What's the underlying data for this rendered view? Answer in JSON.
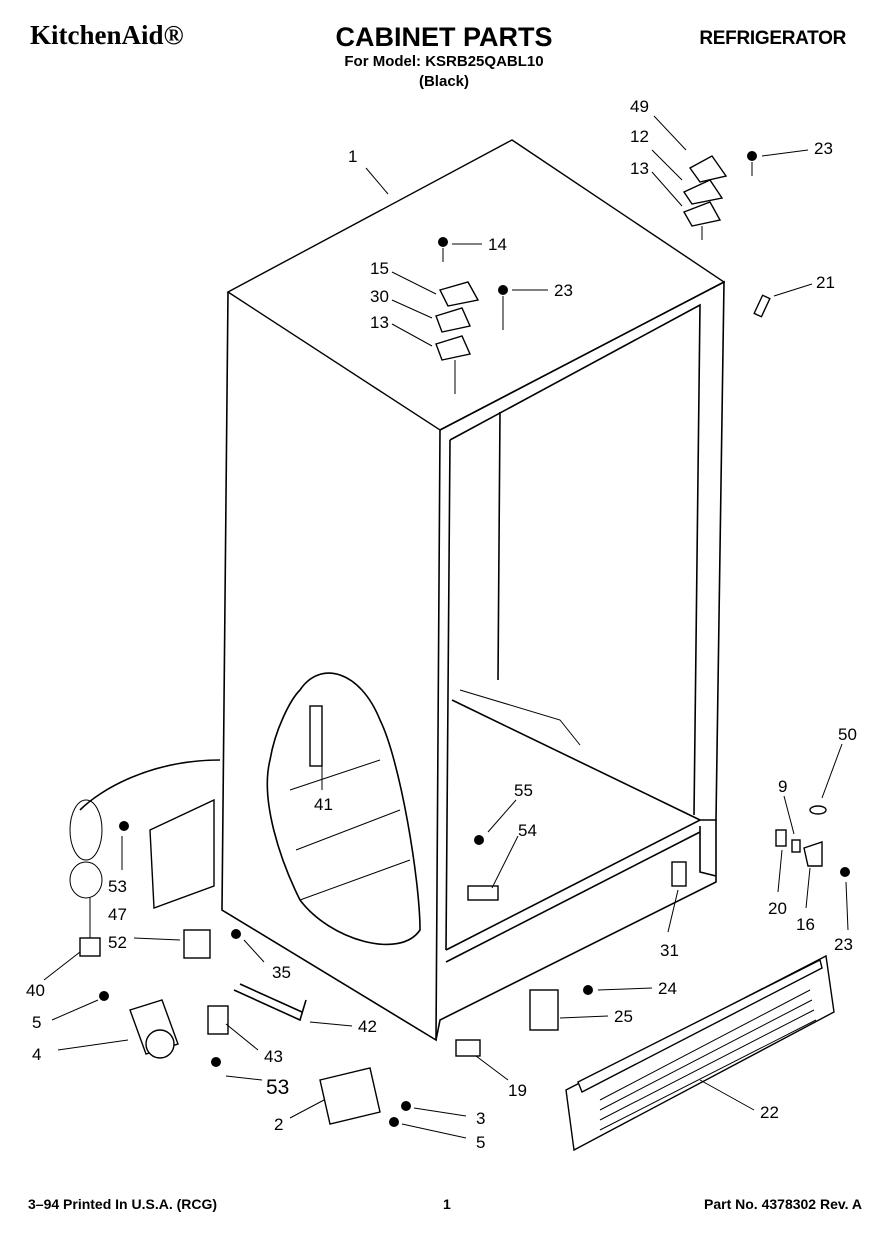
{
  "header": {
    "brand": "KitchenAid®",
    "title": "CABINET PARTS",
    "model_line": "For Model: KSRB25QABL10",
    "color_line": "(Black)",
    "category": "REFRIGERATOR"
  },
  "footer": {
    "left": "3–94 Printed In U.S.A. (RCG)",
    "page": "1",
    "part_no": "Part No. 4378302 Rev. A"
  },
  "callouts": [
    "1",
    "49",
    "23",
    "12",
    "13",
    "14",
    "15",
    "23",
    "30",
    "13",
    "21",
    "41",
    "55",
    "54",
    "50",
    "9",
    "53",
    "47",
    "52",
    "35",
    "40",
    "5",
    "4",
    "42",
    "43",
    "53",
    "2",
    "3",
    "5",
    "31",
    "20",
    "16",
    "23",
    "24",
    "25",
    "19",
    "22"
  ]
}
